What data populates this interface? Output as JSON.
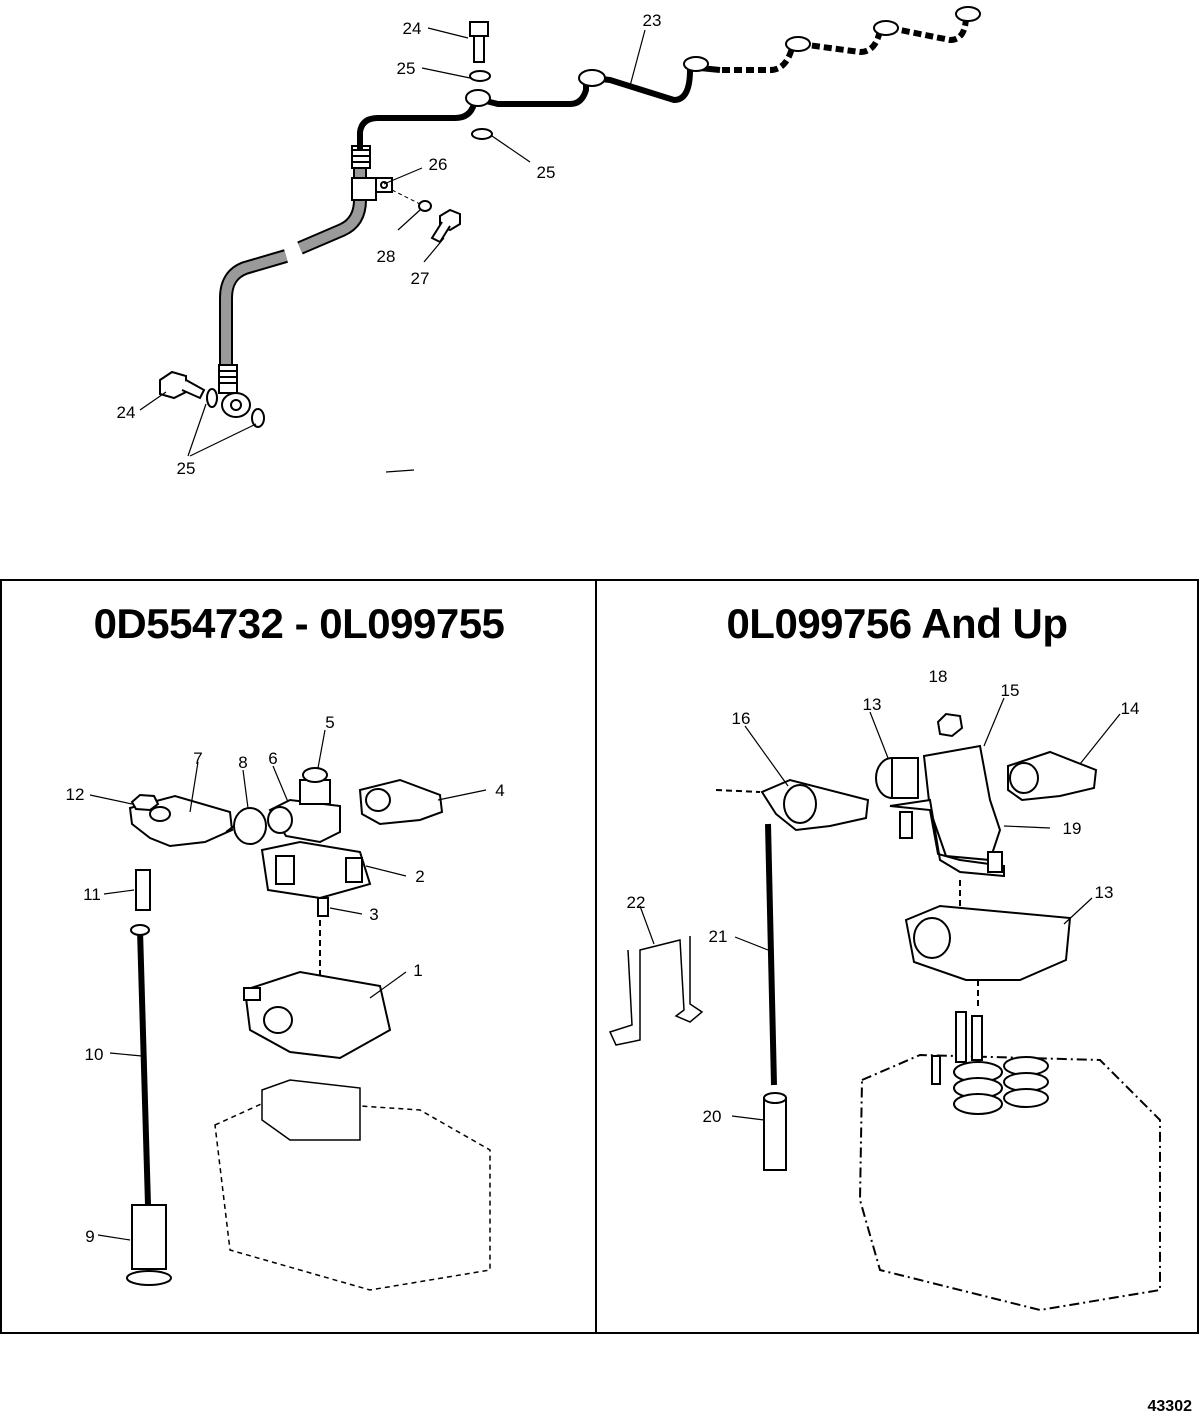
{
  "panels": {
    "left_title": "0D554732 - 0L099755",
    "right_title": "0L099756 And Up"
  },
  "figure_id": "43302",
  "callouts": {
    "c1": "1",
    "c2": "2",
    "c3": "3",
    "c4": "4",
    "c5": "5",
    "c6": "6",
    "c7": "7",
    "c8": "8",
    "c9": "9",
    "c10": "10",
    "c11": "11",
    "c12": "12",
    "c13a": "13",
    "c13b": "13",
    "c14": "14",
    "c15": "15",
    "c16": "16",
    "c18": "18",
    "c19": "19",
    "c20": "20",
    "c21": "21",
    "c22": "22",
    "c23": "23",
    "c24a": "24",
    "c24b": "24",
    "c25a": "25",
    "c25b": "25",
    "c25c": "25",
    "c26": "26",
    "c27": "27",
    "c28": "28"
  },
  "colors": {
    "line": "#000000",
    "background": "#ffffff",
    "tube_fill": "#9a9a9a"
  }
}
